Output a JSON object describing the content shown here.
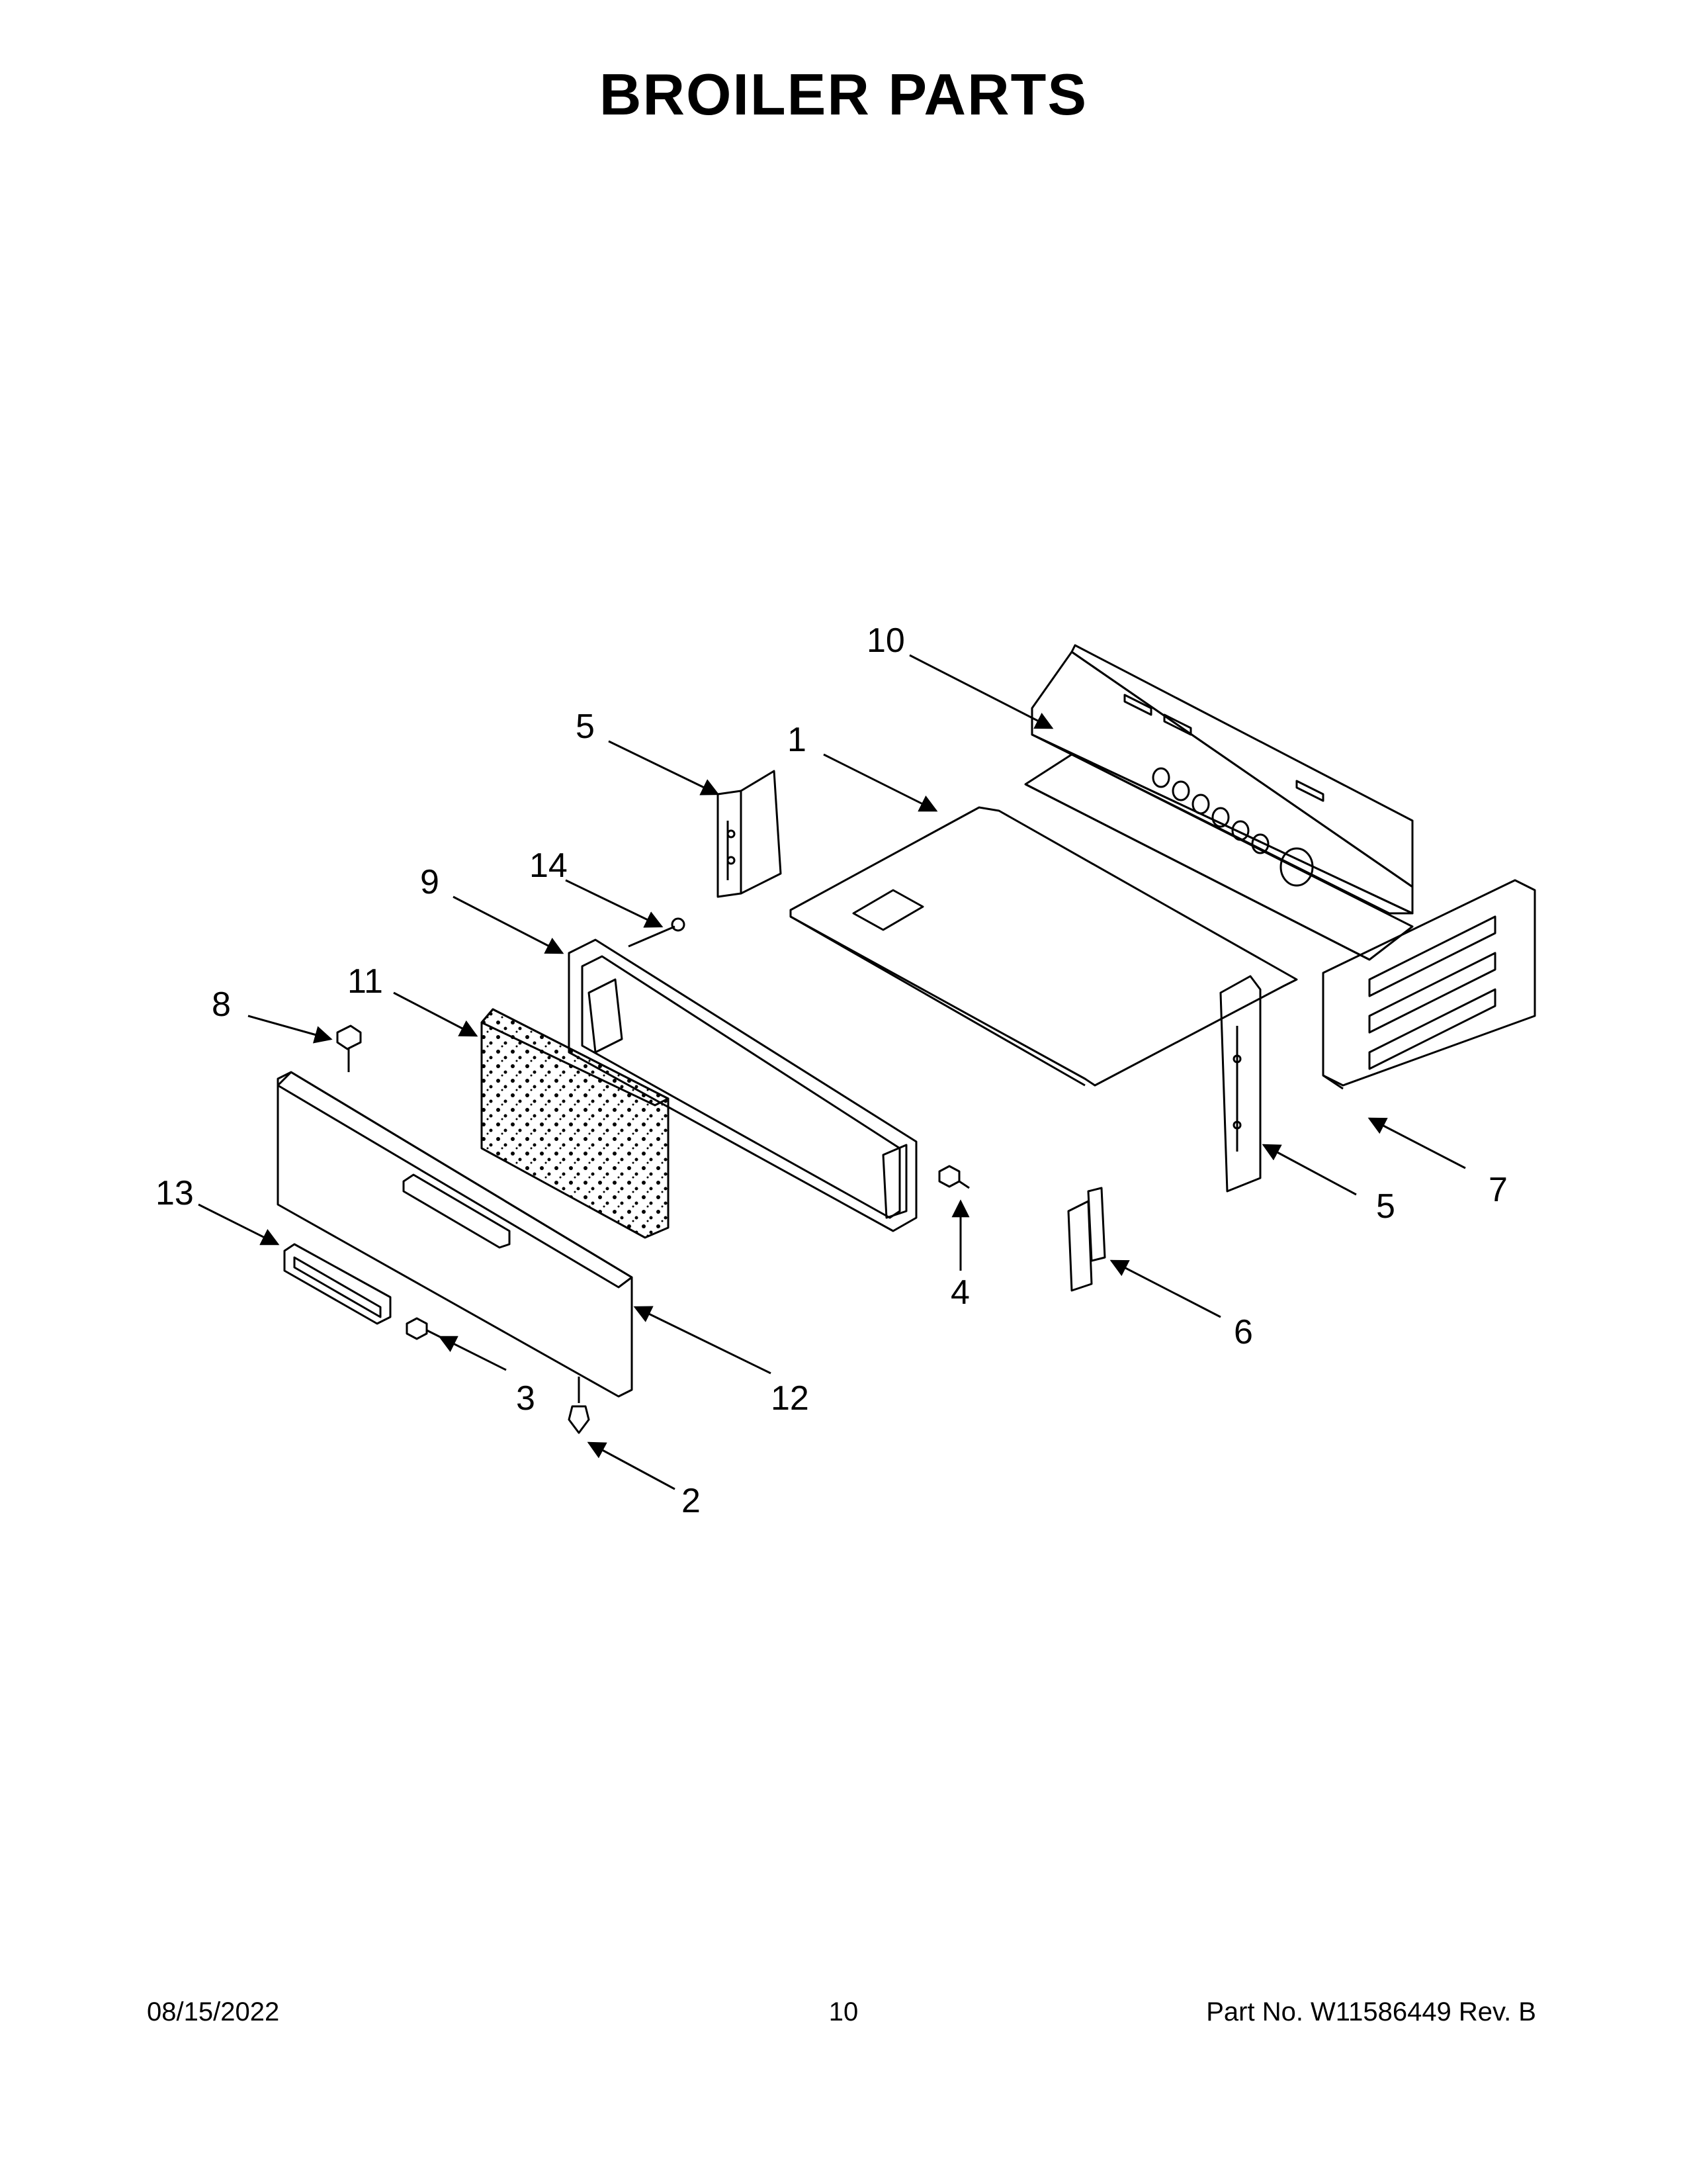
{
  "header": {
    "title": "BROILER PARTS"
  },
  "callouts": [
    {
      "id": "c10",
      "label": "10"
    },
    {
      "id": "c5a",
      "label": "5"
    },
    {
      "id": "c1",
      "label": "1"
    },
    {
      "id": "c14",
      "label": "14"
    },
    {
      "id": "c9",
      "label": "9"
    },
    {
      "id": "c11",
      "label": "11"
    },
    {
      "id": "c8",
      "label": "8"
    },
    {
      "id": "c13",
      "label": "13"
    },
    {
      "id": "c3",
      "label": "3"
    },
    {
      "id": "c12",
      "label": "12"
    },
    {
      "id": "c2",
      "label": "2"
    },
    {
      "id": "c4",
      "label": "4"
    },
    {
      "id": "c6",
      "label": "6"
    },
    {
      "id": "c5b",
      "label": "5"
    },
    {
      "id": "c7",
      "label": "7"
    }
  ],
  "footer": {
    "date": "08/15/2022",
    "page": "10",
    "part_no": "Part No.  W11586449  Rev.  B"
  }
}
